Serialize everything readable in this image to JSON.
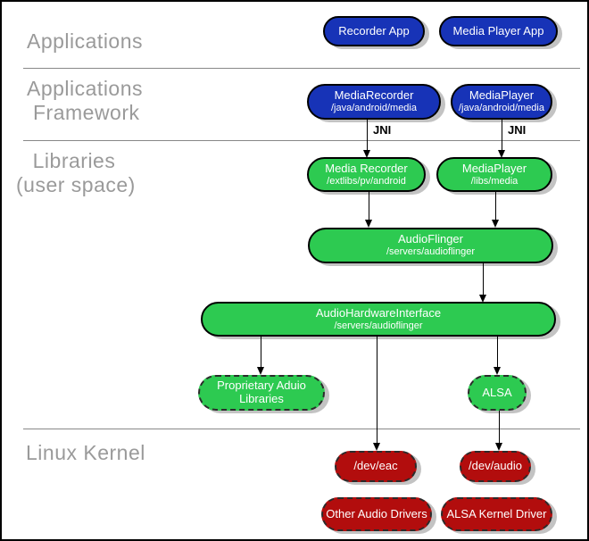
{
  "layers": {
    "applications": {
      "line1": "Applications"
    },
    "framework": {
      "line1": "Applications",
      "line2": "Framework"
    },
    "libraries": {
      "line1": "Libraries",
      "line2": "(user space)"
    },
    "kernel": {
      "line1": "Linux Kernel"
    }
  },
  "nodes": {
    "recorder_app": {
      "title": "Recorder App"
    },
    "media_player_app": {
      "title": "Media Player App"
    },
    "media_recorder_framework": {
      "title": "MediaRecorder",
      "subtitle": "/java/android/media"
    },
    "media_player_framework": {
      "title": "MediaPlayer",
      "subtitle": "/java/android/media"
    },
    "media_recorder_lib": {
      "title": "Media Recorder",
      "subtitle": "/extlibs/pv/android"
    },
    "media_player_lib": {
      "title": "MediaPlayer",
      "subtitle": "/libs/media"
    },
    "audioflinger": {
      "title": "AudioFlinger",
      "subtitle": "/servers/audioflinger"
    },
    "audio_hardware_interface": {
      "title": "AudioHardwareInterface",
      "subtitle": "/servers/audioflinger"
    },
    "proprietary_audio_libraries": {
      "line1": "Proprietary Aduio",
      "line2": "Libraries"
    },
    "alsa": {
      "title": "ALSA"
    },
    "dev_eac": {
      "title": "/dev/eac"
    },
    "dev_audio": {
      "title": "/dev/audio"
    },
    "other_audio_drivers": {
      "title": "Other Audio Drivers"
    },
    "alsa_kernel_driver": {
      "title": "ALSA Kernel Driver"
    }
  },
  "edge_labels": {
    "jni": "JNI"
  },
  "colors": {
    "app_blue": "#1733b7",
    "lib_green": "#2dca51",
    "kernel_red": "#b20d0d",
    "shadow_gray": "#c3c3c3",
    "layer_label_gray": "#9a9a9a",
    "separator_gray": "#888888",
    "node_border": "#000000",
    "arrow_black": "#000000"
  }
}
